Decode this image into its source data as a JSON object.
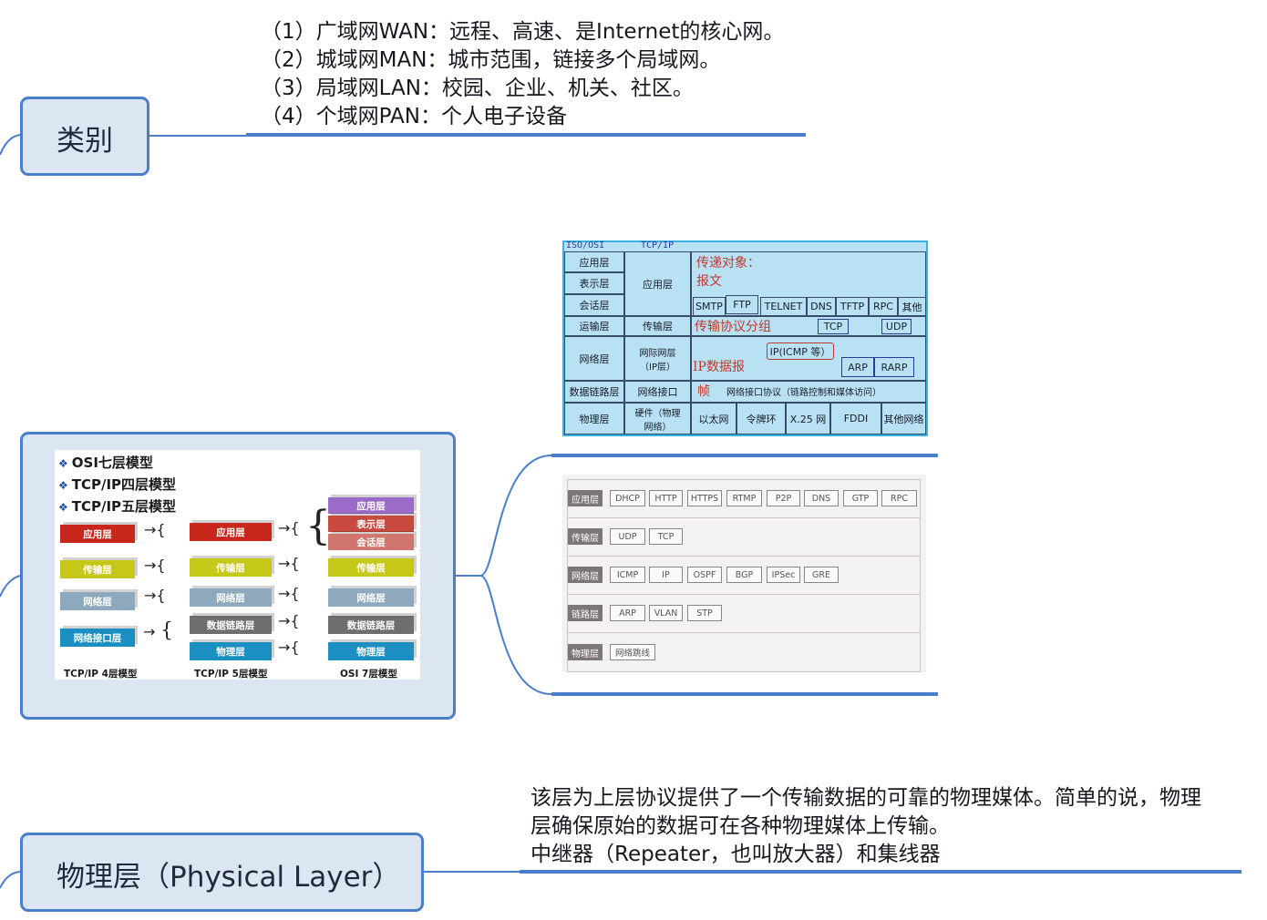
{
  "nodes": {
    "category": {
      "label": "类别",
      "lines": [
        "（1）广域网WAN：远程、高速、是Internet的核心网。",
        "（2）城域网MAN：城市范围，链接多个局域网。",
        "（3）局域网LAN：校园、企业、机关、社区。",
        "（4）个域网PAN：个人电子设备"
      ]
    },
    "physical": {
      "label": "物理层（Physical Layer）",
      "lines": [
        "该层为上层协议提供了一个传输数据的可靠的物理媒体。简单的说，物理",
        "层确保原始的数据可在各种物理媒体上传输。",
        "中继器（Repeater，也叫放大器）和集线器"
      ]
    }
  },
  "models_image": {
    "bullets": [
      "OSI七层模型",
      "TCP/IP四层模型",
      "TCP/IP五层模型"
    ],
    "col4": [
      "应用层",
      "传输层",
      "网络层",
      "网络接口层"
    ],
    "col5": [
      "应用层",
      "传输层",
      "网络层",
      "数据链路层",
      "物理层"
    ],
    "col7": [
      "应用层",
      "表示层",
      "会话层",
      "传输层",
      "网络层",
      "数据链路层",
      "物理层"
    ],
    "captions": [
      "TCP/IP 4层模型",
      "TCP/IP 5层模型",
      "OSI 7层模型"
    ],
    "arrow": "→{",
    "colors": {
      "app": "#c8281c",
      "pres": "#c84a3f",
      "sess": "#d0766d",
      "trans": "#c6c819",
      "net": "#8ea9be",
      "link": "#6e6e6e",
      "phys": "#1b8fc2",
      "iface": "#1b8fc2",
      "purple": "#9b6bc9"
    }
  },
  "iso_image": {
    "head_iso": "ISO/OSI",
    "head_tcp": "TCP/IP",
    "osi_layers": [
      "应用层",
      "表示层",
      "会话层",
      "运输层",
      "网络层",
      "数据链路层",
      "物理层"
    ],
    "tcp_app": "应用层",
    "tcp_trans": "传输层",
    "tcp_ip": "网际网层（IP层）",
    "tcp_iface": "网络接口",
    "tcp_hw": "硬件（物理网络）",
    "deliver": "传递对象：",
    "msg": "报文",
    "app_protocols": [
      "SMTP",
      "FTP",
      "TELNET",
      "DNS",
      "TFTP",
      "RPC",
      "其他"
    ],
    "segment": "传输协议分组",
    "tcp": "TCP",
    "udp": "UDP",
    "ip_icmp": "IP(ICMP 等）",
    "datagram": "IP数据报",
    "arp": "ARP",
    "rarp": "RARP",
    "frame": "帧",
    "iface_proto": "网络接口协议（链路控制和媒体访问）",
    "networks": [
      "以太网",
      "令牌环",
      "X.25 网",
      "FDDI",
      "其他网络"
    ]
  },
  "layer_table_image": {
    "rows": [
      {
        "tag": "应用层",
        "chips": [
          "DHCP",
          "HTTP",
          "HTTPS",
          "RTMP",
          "P2P",
          "DNS",
          "GTP",
          "RPC"
        ]
      },
      {
        "tag": "传输层",
        "chips": [
          "UDP",
          "TCP"
        ]
      },
      {
        "tag": "网络层",
        "chips": [
          "ICMP",
          "IP",
          "OSPF",
          "BGP",
          "IPSec",
          "GRE"
        ]
      },
      {
        "tag": "链路层",
        "chips": [
          "ARP",
          "VLAN",
          "STP"
        ]
      },
      {
        "tag": "物理层",
        "chips": [
          "网络跳线"
        ]
      }
    ]
  }
}
